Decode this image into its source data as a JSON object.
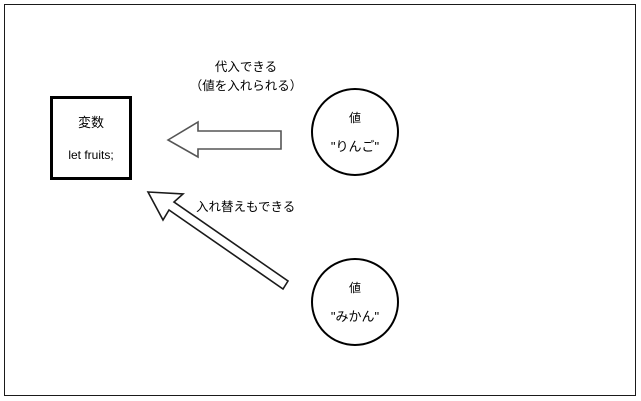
{
  "diagram": {
    "variable_box": {
      "title": "変数",
      "code": "let fruits;"
    },
    "captions": {
      "assign": "代入できる\n（値を入れられる）",
      "swap": "入れ替えもできる"
    },
    "values": [
      {
        "id": "apple",
        "title": "値",
        "literal": "\"りんご\""
      },
      {
        "id": "orange",
        "title": "値",
        "literal": "\"みかん\""
      }
    ],
    "arrows": [
      {
        "id": "assign-arrow",
        "direction": "left",
        "style": "hollow-block"
      },
      {
        "id": "swap-arrow",
        "direction": "up-left",
        "style": "hollow-block-diagonal"
      }
    ],
    "colors": {
      "outline": "#000000",
      "frame": "#1a1a1a",
      "arrow_stroke": "#555555",
      "background": "#ffffff"
    }
  }
}
